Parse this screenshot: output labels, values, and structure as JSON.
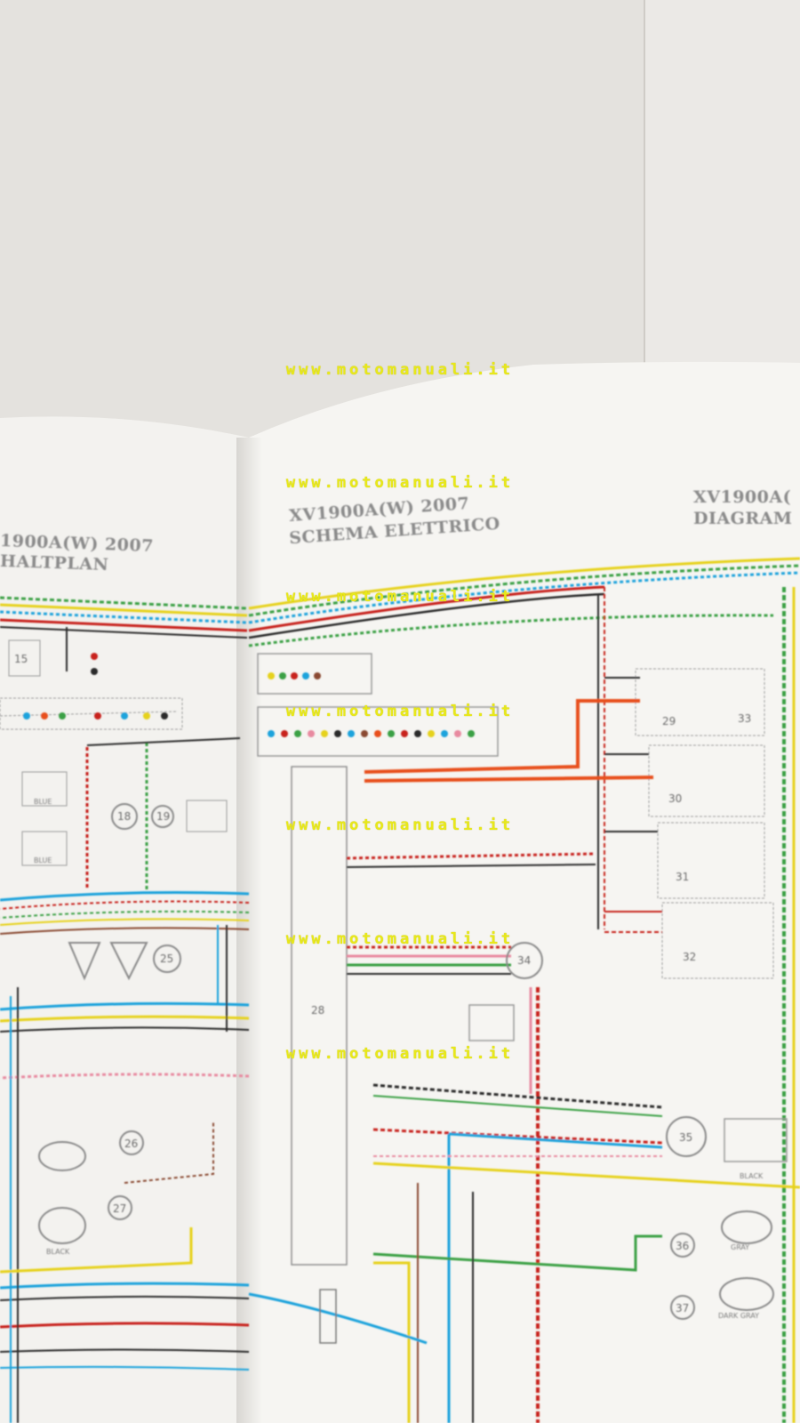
{
  "watermark": "www.motomanuali.it",
  "left_page": {
    "title_line1": "1900A(W) 2007",
    "title_line2": "HALTPLAN"
  },
  "center_page": {
    "title_line1": "XV1900A(W) 2007",
    "title_line2": "SCHEMA ELETTRICO"
  },
  "right_page": {
    "title_line1": "XV1900A(",
    "title_line2": "DIAGRAM"
  },
  "component_numbers": [
    "15",
    "18",
    "19",
    "25",
    "26",
    "27",
    "29",
    "30",
    "31",
    "32",
    "33",
    "34",
    "35",
    "36",
    "37",
    "28"
  ],
  "connector_labels": [
    "BLUE",
    "BLUE",
    "BLACK",
    "BLACK",
    "GRAY",
    "DARK GRAY"
  ],
  "colors": {
    "paper": "#f5f4f1",
    "background": "#e6e4e1",
    "watermark": "#e8e81a",
    "wire_red": "#c8201e",
    "wire_orange": "#e8501e",
    "wire_blue": "#1ca3dc",
    "wire_yellow": "#e6d21e",
    "wire_green": "#3aa044",
    "wire_black": "#2a2a2a",
    "wire_pink": "#e88aa0",
    "wire_brown": "#8a4a30"
  }
}
